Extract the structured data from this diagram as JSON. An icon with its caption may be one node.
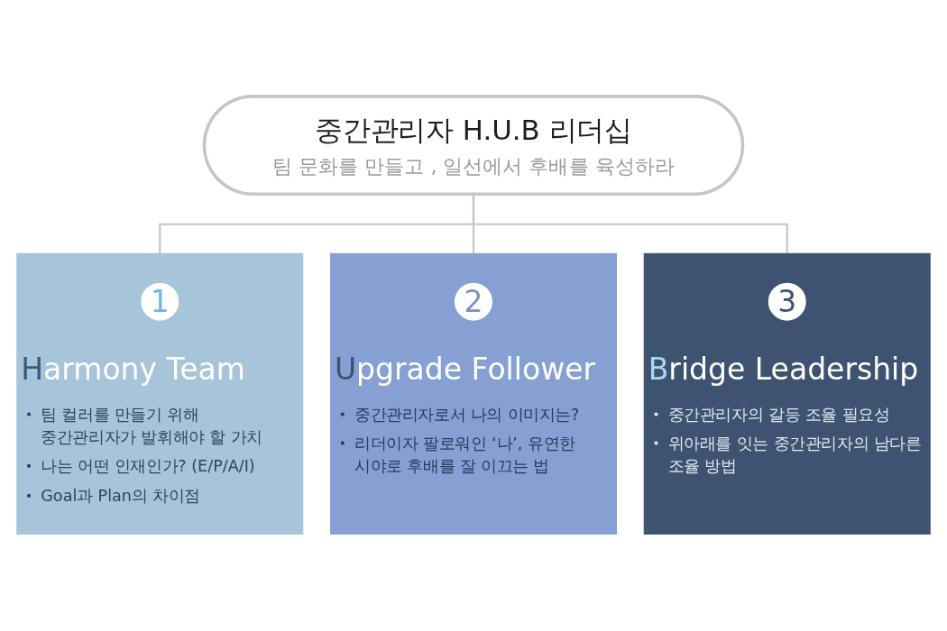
{
  "diagram": {
    "nodes": [
      {
        "text": [
          "중간관리자 H.U.B  리더십",
          "팀  문화를 만들고 , 일선에서 후배를 육성하라"
        ]
      },
      {
        "text": [
          "Harmony Team",
          "팀 컬러를 만들기 위해 중간관리자가 발휘해야 할 가치",
          "나는 어떤 인재인가? (E/P/A/I)",
          "Goal과 Plan의 차이점"
        ]
      },
      {
        "text": [
          "1"
        ],
        "in": 1
      },
      {
        "text": [
          "Upgrade Follower",
          "중간관리자로서 나의 이미지는?",
          "리더이자 팔로워인 ‘나’, 유연한 시야로 후배를 잘 이끄는 법"
        ]
      },
      {
        "text": [
          "2"
        ],
        "in": 3
      },
      {
        "text": [
          "Bridge Leadership",
          "중간관리자의 갈등 조율 필요성",
          "위아래를 잇는 중간관리자의 남다른 조율 방법"
        ]
      },
      {
        "text": [
          "3"
        ],
        "in": 5
      }
    ],
    "edges": [
      {
        "from": 0,
        "to": 1,
        "arrow": "none"
      },
      {
        "from": 0,
        "to": 3,
        "arrow": "none"
      },
      {
        "from": 0,
        "to": 5,
        "arrow": "none"
      }
    ]
  }
}
